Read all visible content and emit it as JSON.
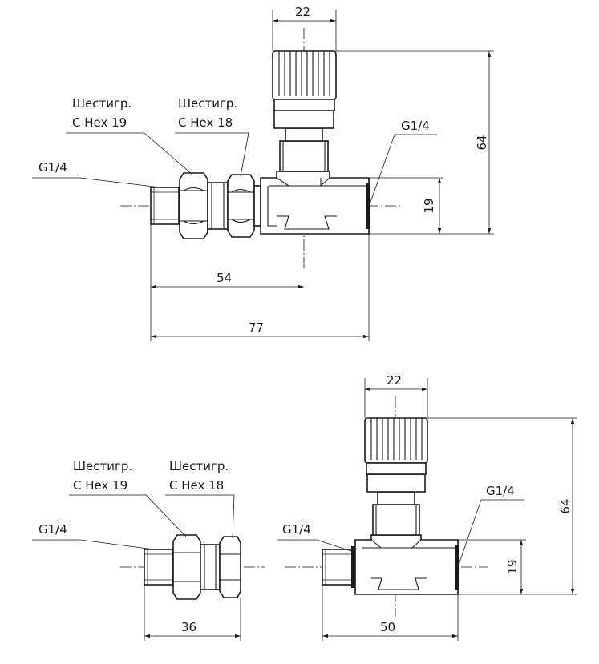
{
  "top_view": {
    "label_hex19_line1": "Шестигр.",
    "label_hex19_line2": "С Hex 19",
    "label_hex18_line1": "Шестигр.",
    "label_hex18_line2": "С Hex 18",
    "label_inlet_thread": "G1/4",
    "label_outlet_thread": "G1/4",
    "dim_knob_width": "22",
    "dim_total_height": "64",
    "dim_body_height": "19",
    "dim_axis_distance": "54",
    "dim_total_length": "77"
  },
  "bottom_view": {
    "label_hex19_line1": "Шестигр.",
    "label_hex19_line2": "С Hex 19",
    "label_hex18_line1": "Шестигр.",
    "label_hex18_line2": "С Hex 18",
    "label_adapter_thread": "G1/4",
    "label_valve_inlet_thread": "G1/4",
    "label_valve_outlet_thread": "G1/4",
    "dim_knob_width": "22",
    "dim_total_height": "64",
    "dim_body_height": "19",
    "dim_adapter_length": "36",
    "dim_valve_length": "50"
  }
}
